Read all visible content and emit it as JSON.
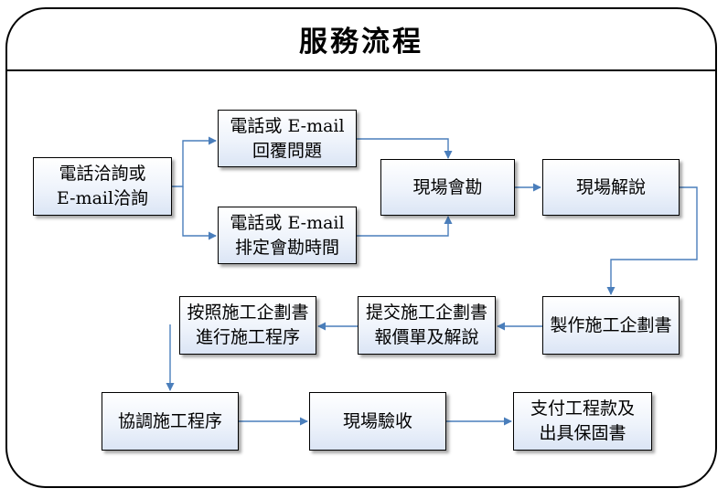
{
  "title": "服務流程",
  "nodes": {
    "inquiry": {
      "line1": "電話洽詢或",
      "line2": "E-mail洽詢"
    },
    "reply": {
      "line1": "電話或 E-mail",
      "line2": "回覆問題"
    },
    "schedule": {
      "line1": "電話或 E-mail",
      "line2": "排定會勘時間"
    },
    "site_survey": {
      "line1": "現場會勘"
    },
    "site_explain": {
      "line1": "現場解說"
    },
    "make_plan": {
      "line1": "製作施工企劃書"
    },
    "submit_plan": {
      "line1": "提交施工企劃書",
      "line2": "報價單及解說"
    },
    "execute": {
      "line1": "按照施工企劃書",
      "line2": "進行施工程序"
    },
    "coordinate": {
      "line1": "協調施工程序"
    },
    "acceptance": {
      "line1": "現場驗收"
    },
    "payment": {
      "line1": "支付工程款及",
      "line2": "出具保固書"
    }
  },
  "colors": {
    "arrow": "#4a7ebb",
    "box_border": "#000000",
    "box_fill_bottom": "#dbe5f5"
  }
}
